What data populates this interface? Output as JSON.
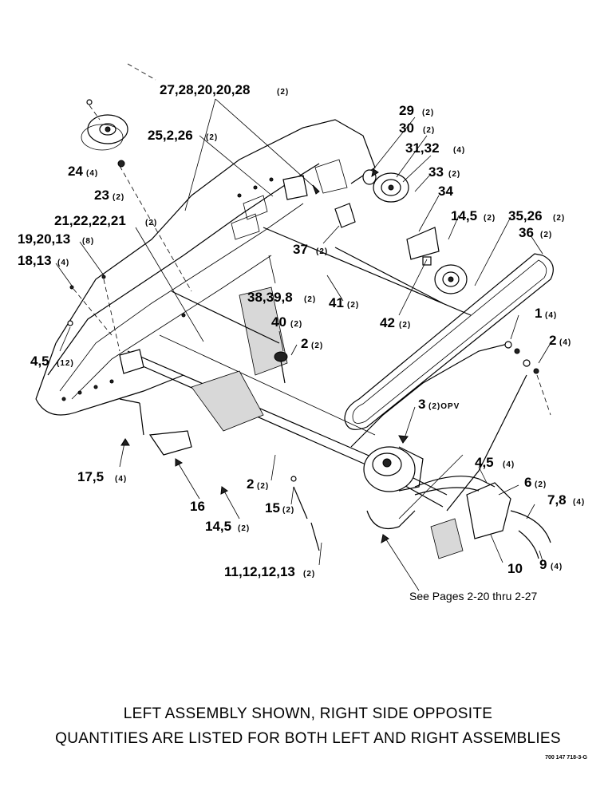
{
  "callouts": [
    {
      "id": "c27",
      "label": "27,28,20,20,28",
      "qty": "(2)"
    },
    {
      "id": "c29",
      "label": "29",
      "qty": "(2)"
    },
    {
      "id": "c30",
      "label": "30",
      "qty": "(2)"
    },
    {
      "id": "c31",
      "label": "31,32",
      "qty": "(4)"
    },
    {
      "id": "c25",
      "label": "25,2,26",
      "qty": "(2)"
    },
    {
      "id": "c33",
      "label": "33",
      "qty": "(2)"
    },
    {
      "id": "c34",
      "label": "34",
      "qty": ""
    },
    {
      "id": "c24",
      "label": "24",
      "qty": "(4)"
    },
    {
      "id": "c23",
      "label": "23",
      "qty": "(2)"
    },
    {
      "id": "c14a",
      "label": "14,5",
      "qty": "(2)"
    },
    {
      "id": "c35",
      "label": "35,26",
      "qty": "(2)"
    },
    {
      "id": "c36",
      "label": "36",
      "qty": "(2)"
    },
    {
      "id": "c21",
      "label": "21,22,22,21",
      "qty": "(2)"
    },
    {
      "id": "c19",
      "label": "19,20,13",
      "qty": "(8)"
    },
    {
      "id": "c37",
      "label": "37",
      "qty": "(2)"
    },
    {
      "id": "c18",
      "label": "18,13",
      "qty": "(4)"
    },
    {
      "id": "c38",
      "label": "38,39,8",
      "qty": "(2)"
    },
    {
      "id": "c41",
      "label": "41",
      "qty": "(2)"
    },
    {
      "id": "c42",
      "label": "42",
      "qty": "(2)"
    },
    {
      "id": "c1",
      "label": "1",
      "qty": "(4)"
    },
    {
      "id": "c40",
      "label": "40",
      "qty": "(2)"
    },
    {
      "id": "c2a",
      "label": "2",
      "qty": "(2)"
    },
    {
      "id": "c2b",
      "label": "2",
      "qty": "(4)"
    },
    {
      "id": "c4a",
      "label": "4,5",
      "qty": "(12)"
    },
    {
      "id": "c3",
      "label": "3",
      "qty": "(2)OPV"
    },
    {
      "id": "c17",
      "label": "17,5",
      "qty": "(4)"
    },
    {
      "id": "c4b",
      "label": "4,5",
      "qty": "(4)"
    },
    {
      "id": "c6",
      "label": "6",
      "qty": "(2)"
    },
    {
      "id": "c2c",
      "label": "2",
      "qty": "(2)"
    },
    {
      "id": "c7",
      "label": "7,8",
      "qty": "(4)"
    },
    {
      "id": "c15",
      "label": "15",
      "qty": "(2)"
    },
    {
      "id": "c16",
      "label": "16",
      "qty": ""
    },
    {
      "id": "c14b",
      "label": "14,5",
      "qty": "(2)"
    },
    {
      "id": "c10",
      "label": "10",
      "qty": ""
    },
    {
      "id": "c9",
      "label": "9",
      "qty": "(4)"
    },
    {
      "id": "c11",
      "label": "11,12,12,13",
      "qty": "(2)"
    }
  ],
  "see_pages": "See Pages 2-20 thru 2-27",
  "caption_line1": "LEFT ASSEMBLY SHOWN, RIGHT SIDE OPPOSITE",
  "caption_line2": "QUANTITIES ARE LISTED FOR BOTH LEFT AND RIGHT ASSEMBLIES",
  "drawing_code": "700 147 718-3-G"
}
